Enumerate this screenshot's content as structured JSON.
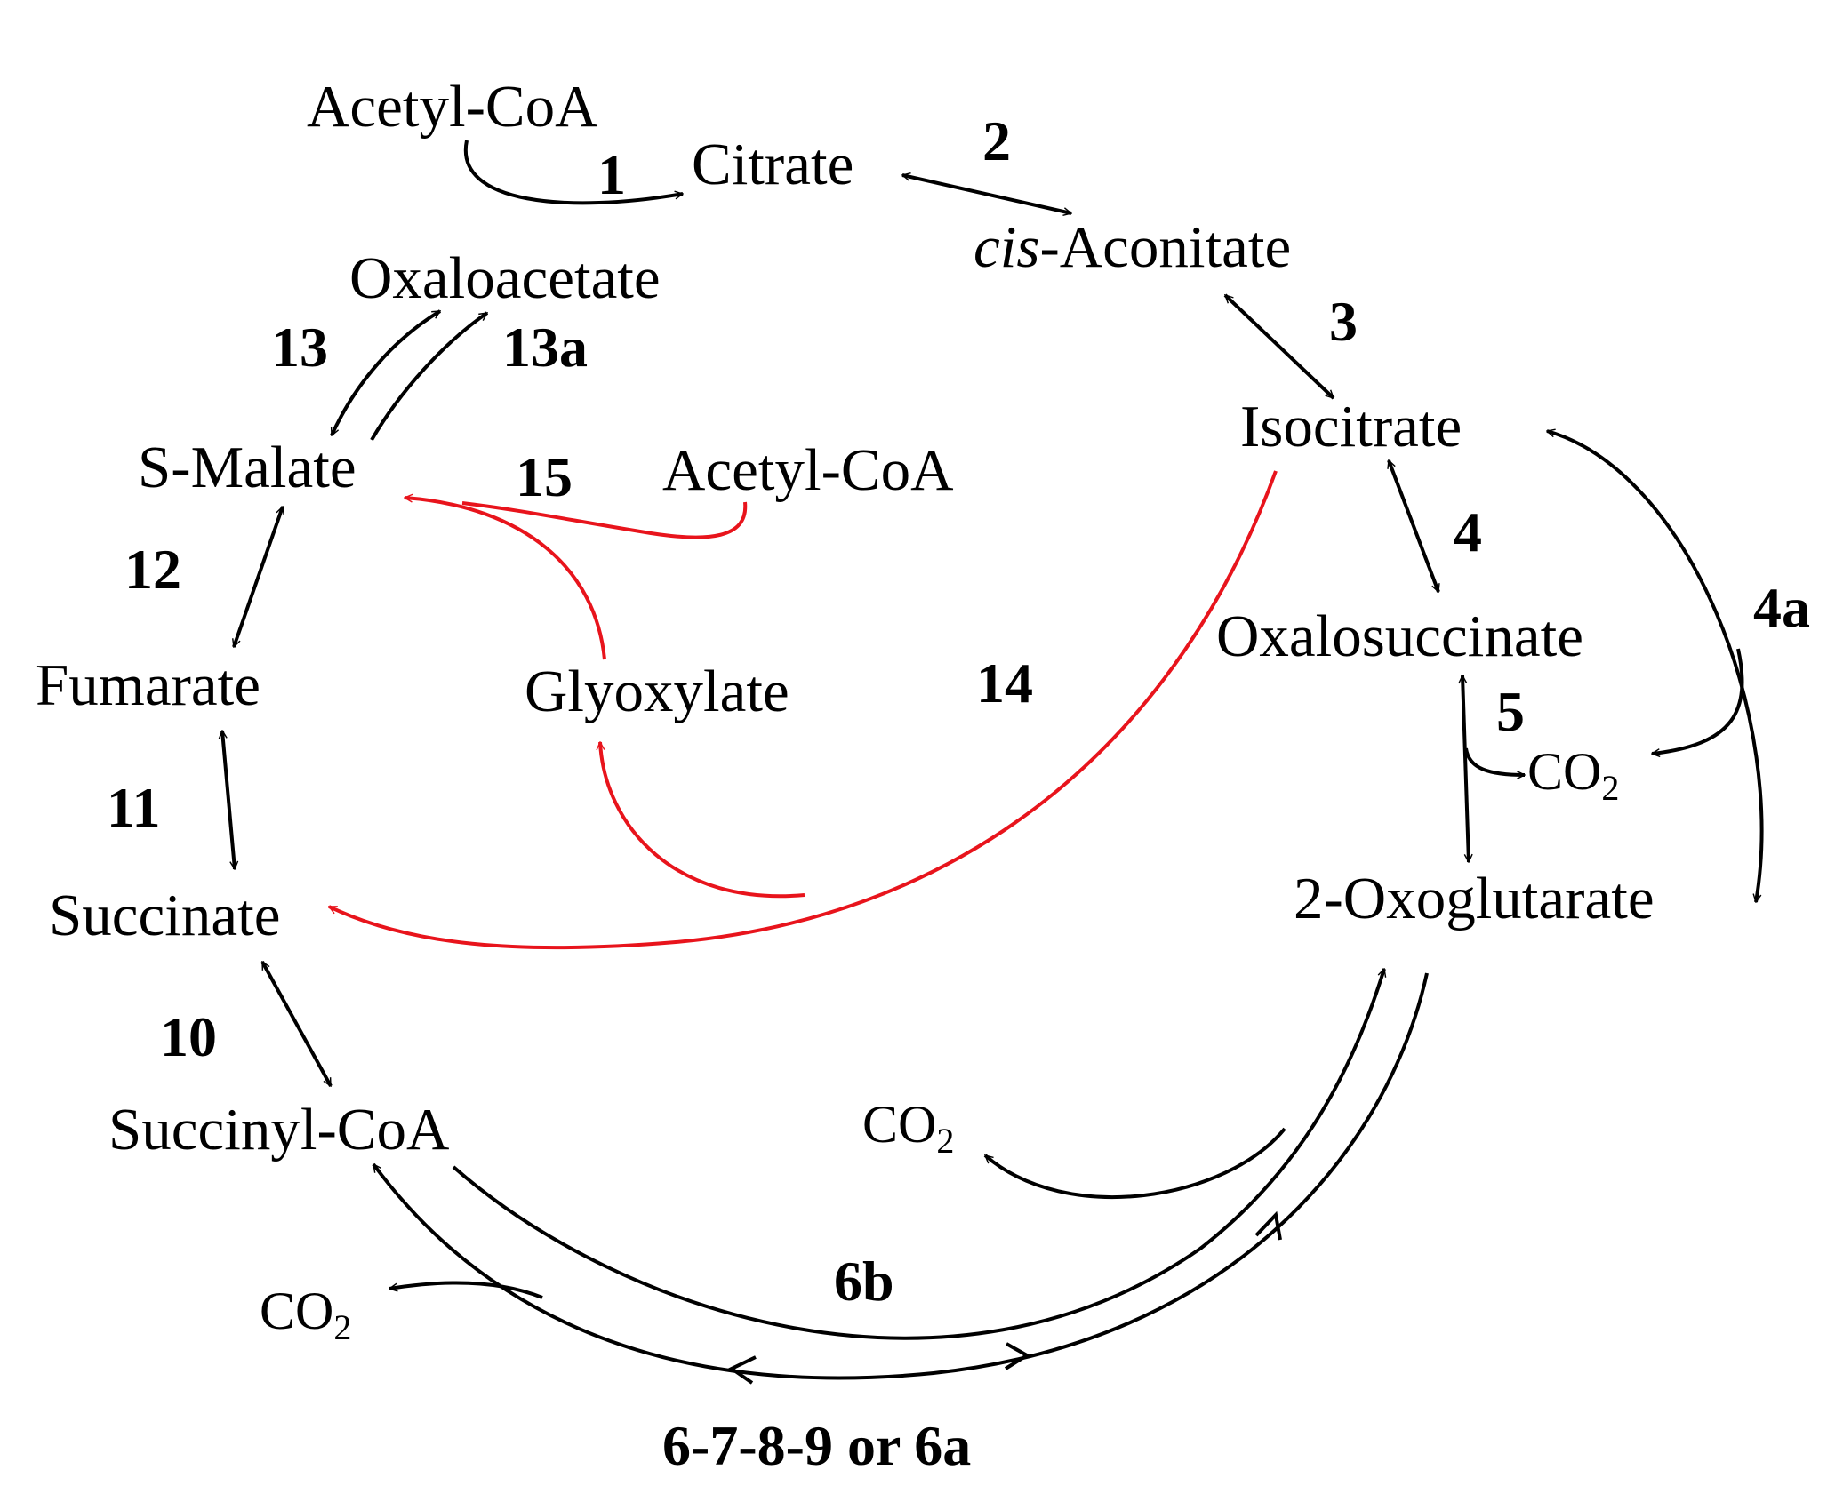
{
  "metabolites": {
    "acetyl_coa_top": "Acetyl-CoA",
    "citrate": "Citrate",
    "cis_prefix": "cis",
    "aconitate_rest": "-Aconitate",
    "oxaloacetate": "Oxaloacetate",
    "isocitrate": "Isocitrate",
    "s_malate": "S-Malate",
    "acetyl_coa_mid": "Acetyl-CoA",
    "oxalosuccinate": "Oxalosuccinate",
    "fumarate": "Fumarate",
    "glyoxylate": "Glyoxylate",
    "oxoglutarate": "2-Oxoglutarate",
    "succinate": "Succinate",
    "succinyl_coa": "Succinyl-CoA"
  },
  "co2": {
    "main": "CO",
    "sub": "2"
  },
  "steps": {
    "s1": "1",
    "s2": "2",
    "s3": "3",
    "s4": "4",
    "s4a": "4a",
    "s5": "5",
    "s6b": "6b",
    "s6789": "6-7-8-9 or 6a",
    "s10": "10",
    "s11": "11",
    "s12": "12",
    "s13": "13",
    "s13a": "13a",
    "s14": "14",
    "s15": "15"
  },
  "colors": {
    "cycle": "#000000",
    "glyoxylate_shunt": "#e8141c"
  }
}
